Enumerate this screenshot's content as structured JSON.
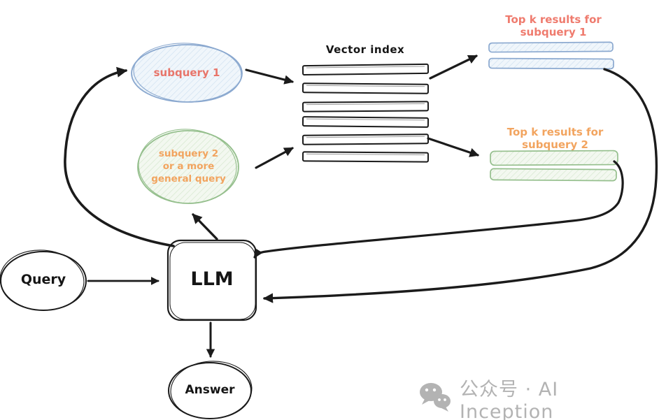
{
  "diagram": {
    "query": {
      "label": "Query"
    },
    "llm": {
      "label": "LLM"
    },
    "answer": {
      "label": "Answer"
    },
    "subquery1": {
      "label": "subquery 1"
    },
    "subquery2": {
      "line1": "subquery 2",
      "line2": "or a more",
      "line3": "general query"
    },
    "vector_index": {
      "label": "Vector index",
      "row_count": 6
    },
    "topk1": {
      "title": "Top k results for subquery 1",
      "result_bar_count": 2
    },
    "topk2": {
      "title": "Top k results for subquery 2",
      "result_bar_count": 2
    },
    "edges": [
      {
        "from": "query",
        "to": "llm"
      },
      {
        "from": "llm",
        "to": "subquery1"
      },
      {
        "from": "llm",
        "to": "subquery2"
      },
      {
        "from": "subquery1",
        "to": "vector_index"
      },
      {
        "from": "subquery2",
        "to": "vector_index"
      },
      {
        "from": "vector_index",
        "to": "topk1"
      },
      {
        "from": "vector_index",
        "to": "topk2"
      },
      {
        "from": "topk1",
        "to": "llm"
      },
      {
        "from": "topk2",
        "to": "llm"
      },
      {
        "from": "llm",
        "to": "answer"
      }
    ],
    "colors": {
      "ink": "#1b1b1b",
      "salmon_text": "#e8756a",
      "orange_text": "#f2a45f",
      "blue_stroke": "#8aa8cf",
      "blue_fill": "#eef4fb",
      "green_stroke": "#95bf8d",
      "green_fill": "#f2f8ef",
      "watermark_gray": "#b3b3b3"
    }
  },
  "watermark": {
    "text": "公众号 · AI Inception",
    "icon": "wechat-icon"
  }
}
